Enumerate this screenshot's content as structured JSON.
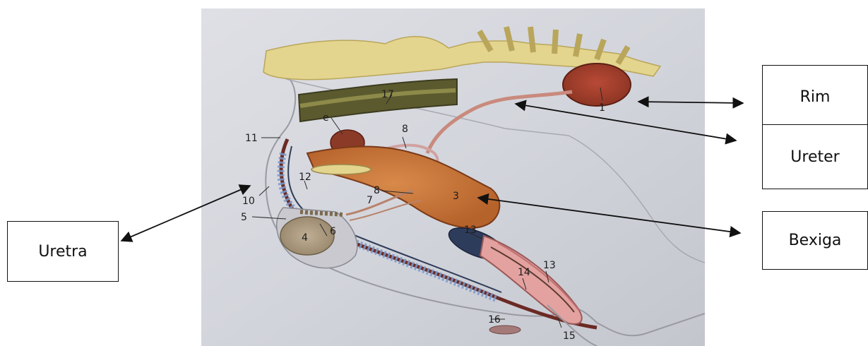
{
  "labels": {
    "uretra": "Uretra",
    "rim": "Rim",
    "ureter": "Ureter",
    "bexiga": "Bexiga"
  },
  "figure_numbers": {
    "n1": "1",
    "n17": "17",
    "n9": "e",
    "n11": "11",
    "n8a": "8",
    "n12": "12",
    "n8b": "8",
    "n7": "7",
    "n10": "10",
    "n5": "5",
    "n3": "3",
    "n4": "4",
    "n6": "6",
    "n13a": "13",
    "n14": "14",
    "n13b": "13",
    "n16": "16",
    "n15": "15"
  }
}
